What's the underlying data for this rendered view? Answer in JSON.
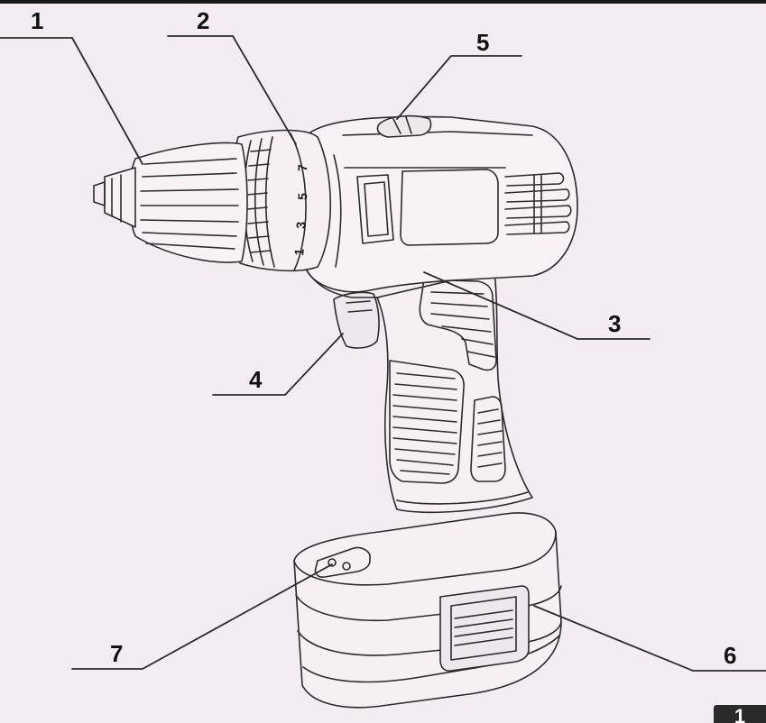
{
  "diagram": {
    "callouts": [
      {
        "id": "1",
        "label": "1"
      },
      {
        "id": "2",
        "label": "2"
      },
      {
        "id": "3",
        "label": "3"
      },
      {
        "id": "4",
        "label": "4"
      },
      {
        "id": "5",
        "label": "5"
      },
      {
        "id": "6",
        "label": "6"
      },
      {
        "id": "7",
        "label": "7"
      }
    ],
    "torque_scale": [
      "1",
      "3",
      "5",
      "7"
    ]
  },
  "page": {
    "number": "1"
  },
  "colors": {
    "paper": "#f3ecf2",
    "ink": "#2b2b2b",
    "shade": "#d9cfd8"
  }
}
